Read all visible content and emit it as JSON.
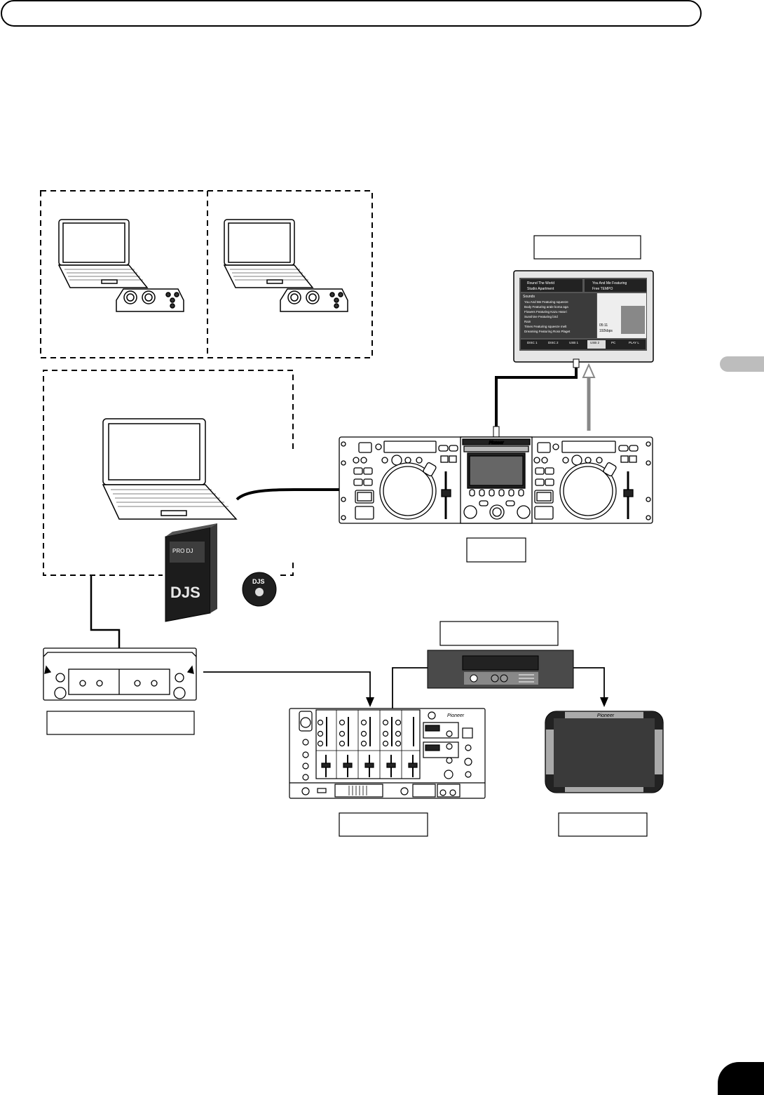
{
  "header": {
    "title": ""
  },
  "side_tab": {
    "label": ""
  },
  "page_number": {
    "value": ""
  },
  "diagram": {
    "labels": {
      "display_label": "",
      "controller_label": "",
      "effector_label": "",
      "amp_label": "",
      "mixer_label": "",
      "speaker_label": ""
    },
    "screen_texts": {
      "deck_a_title": "Round The World",
      "deck_a_artist": "Studio Apartment",
      "deck_b_title": "You And Me Featuring",
      "deck_b_artist": "Free TEMPO",
      "browser_header": "Sounds",
      "track_1": "You And Me Featuring squeeze",
      "track_2": "Body Featuring arale koma aga",
      "track_3": "Flowers Featuring Kazu Hatori",
      "track_4": "Sunshine Featuring bird",
      "track_5": "Rain",
      "track_6": "Times Featuring squeeze melt",
      "track_7": "Dreaming Featuring Ross Plaget",
      "info_time": "05:11",
      "info_bitrate": "192kbps",
      "tab_1": "DISC 1",
      "tab_2": "DISC 2",
      "tab_3": "USB 1",
      "tab_4": "USB 2",
      "tab_5": "PC",
      "tab_6": "PLAY L"
    },
    "brand_text": "Pioneer",
    "software_box_text": "DJS",
    "software_box_logo": "PRO DJ",
    "cd_label": "DJS"
  }
}
